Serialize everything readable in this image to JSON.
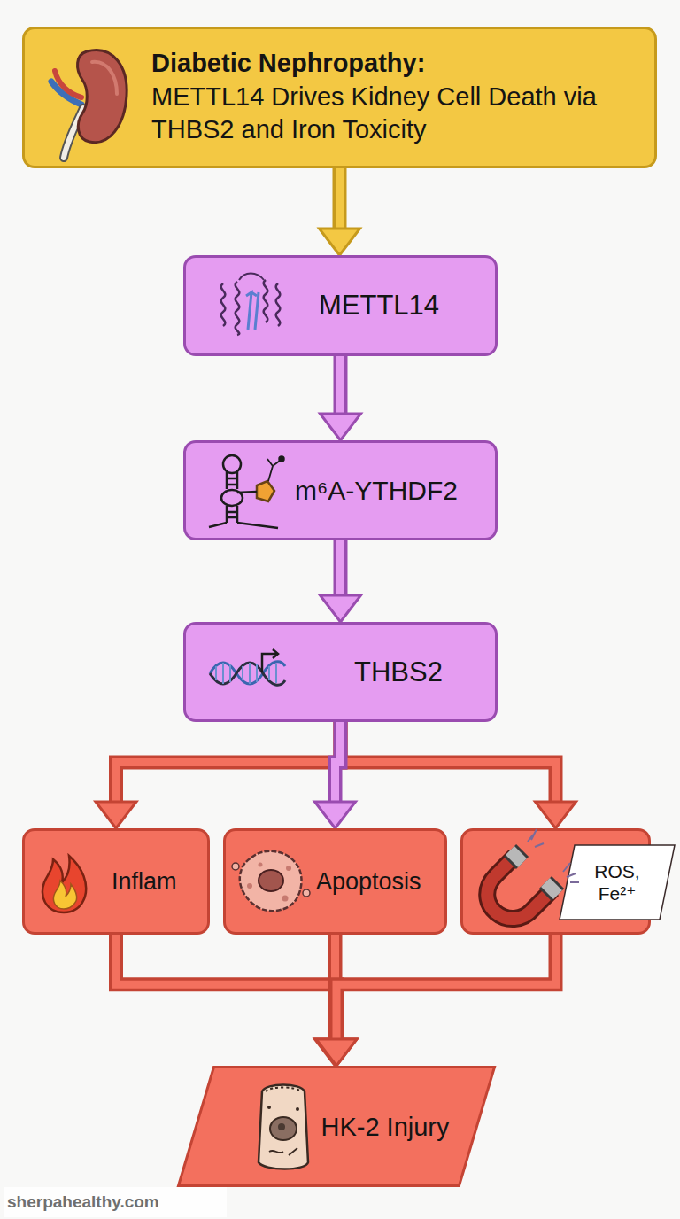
{
  "diagram": {
    "nodes": [
      {
        "text": [
          "Diabetic Nephropathy:",
          "METTL14 Drives Kidney Cell Death via THBS2 and Iron Toxicity"
        ]
      },
      {
        "text": [
          "METTL14"
        ]
      },
      {
        "text": [
          "m⁶A-YTHDF2"
        ]
      },
      {
        "text": [
          "THBS2"
        ]
      },
      {
        "text": [
          "Inflam"
        ]
      },
      {
        "text": [
          "Apoptosis"
        ]
      },
      {
        "text": [
          "ROS, Fe²⁺"
        ]
      },
      {
        "text": [
          "HK-2 Injury"
        ]
      }
    ],
    "edges": [
      {
        "from": 0,
        "to": 1,
        "arrow": "to"
      },
      {
        "from": 1,
        "to": 2,
        "arrow": "to"
      },
      {
        "from": 2,
        "to": 3,
        "arrow": "to"
      },
      {
        "from": 3,
        "to": 4,
        "arrow": "to"
      },
      {
        "from": 3,
        "to": 5,
        "arrow": "to"
      },
      {
        "from": 3,
        "to": 6,
        "arrow": "to"
      },
      {
        "from": 4,
        "to": 7,
        "arrow": "to"
      },
      {
        "from": 5,
        "to": 7,
        "arrow": "to"
      },
      {
        "from": 6,
        "to": 7,
        "arrow": "to"
      }
    ],
    "labels": [
      "sherpahealthy.com"
    ]
  }
}
